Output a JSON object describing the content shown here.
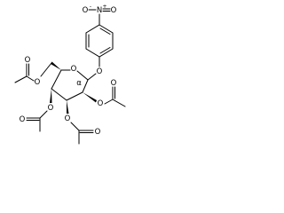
{
  "molecule": {
    "atoms": {
      "nitro_n": "N",
      "nitro_plus": "+",
      "nitro_o_left": "O",
      "nitro_o_left_charge": "-",
      "nitro_o_right": "O",
      "glycosidic_o": "O",
      "ring_o": "O",
      "c6_ester_o": "O",
      "c6_carbonyl_o": "O",
      "c2_ester_o": "O",
      "c2_carbonyl_o": "O",
      "c3_ester_o": "O",
      "c3_carbonyl_o": "O",
      "c4_ester_o": "O",
      "c4_carbonyl_o": "O"
    },
    "stereo_label": "α"
  }
}
